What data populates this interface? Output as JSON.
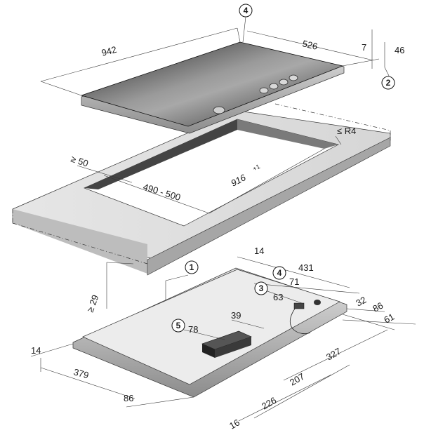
{
  "callouts": {
    "c1": "1",
    "c2": "2",
    "c3": "3",
    "c4_top": "4",
    "c4_bottom": "4",
    "c5": "5"
  },
  "top_dims": {
    "width_942": "942",
    "depth_526": "526",
    "h7": "7",
    "h46": "46",
    "rear_min_50": "≥ 50",
    "radius": "≤ R4",
    "cut_depth": "490 - 500",
    "cut_width": "916",
    "cut_width_tol": "+1",
    "front_min_29": "≥ 29"
  },
  "bottom_dims": {
    "d14_top": "14",
    "d431": "431",
    "d71": "71",
    "d63": "63",
    "d39": "39",
    "d78": "78",
    "d32": "32",
    "d86_right": "86",
    "d61": "61",
    "d327": "327",
    "d207": "207",
    "d226": "226",
    "d16": "16",
    "d14_left": "14",
    "d379": "379",
    "d86_left": "86"
  }
}
